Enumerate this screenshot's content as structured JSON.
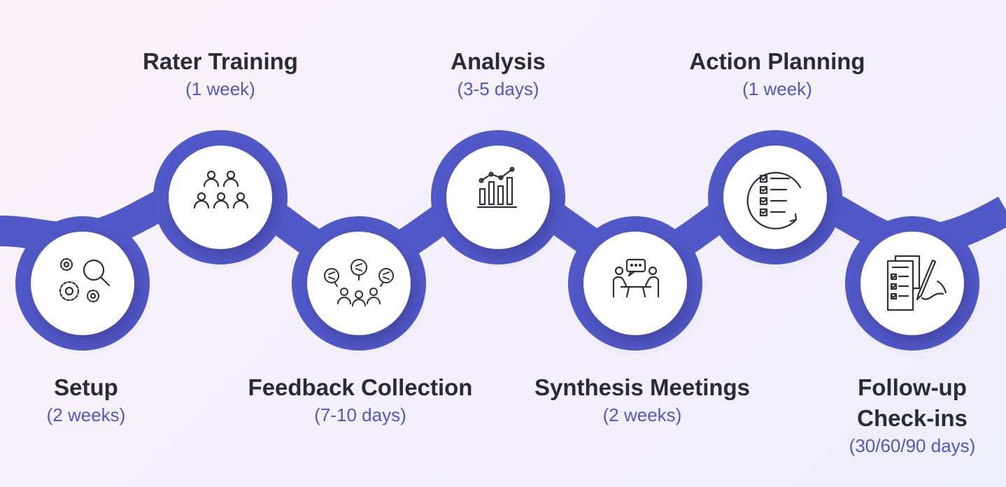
{
  "colors": {
    "band": "#5158c8",
    "circle": "#ffffff",
    "title": "#2b2b38",
    "duration": "#5058c6",
    "icon": "#2f2f3a"
  },
  "steps": [
    {
      "title": "Setup",
      "duration": "(2 weeks)",
      "icon": "gears-search-icon"
    },
    {
      "title": "Rater Training",
      "duration": "(1 week)",
      "icon": "group-people-icon"
    },
    {
      "title": "Feedback Collection",
      "duration": "(7-10 days)",
      "icon": "people-share-bubbles-icon"
    },
    {
      "title": "Analysis",
      "duration": "(3-5 days)",
      "icon": "growth-chart-icon"
    },
    {
      "title": "Synthesis Meetings",
      "duration": "(2 weeks)",
      "icon": "meeting-discussion-icon"
    },
    {
      "title": "Action Planning",
      "duration": "(1 week)",
      "icon": "checklist-refresh-icon"
    },
    {
      "title": "Follow-up Check-ins",
      "title_lines": [
        "Follow-up",
        "Check-ins"
      ],
      "duration": "(30/60/90 days)",
      "icon": "document-signing-icon"
    }
  ]
}
